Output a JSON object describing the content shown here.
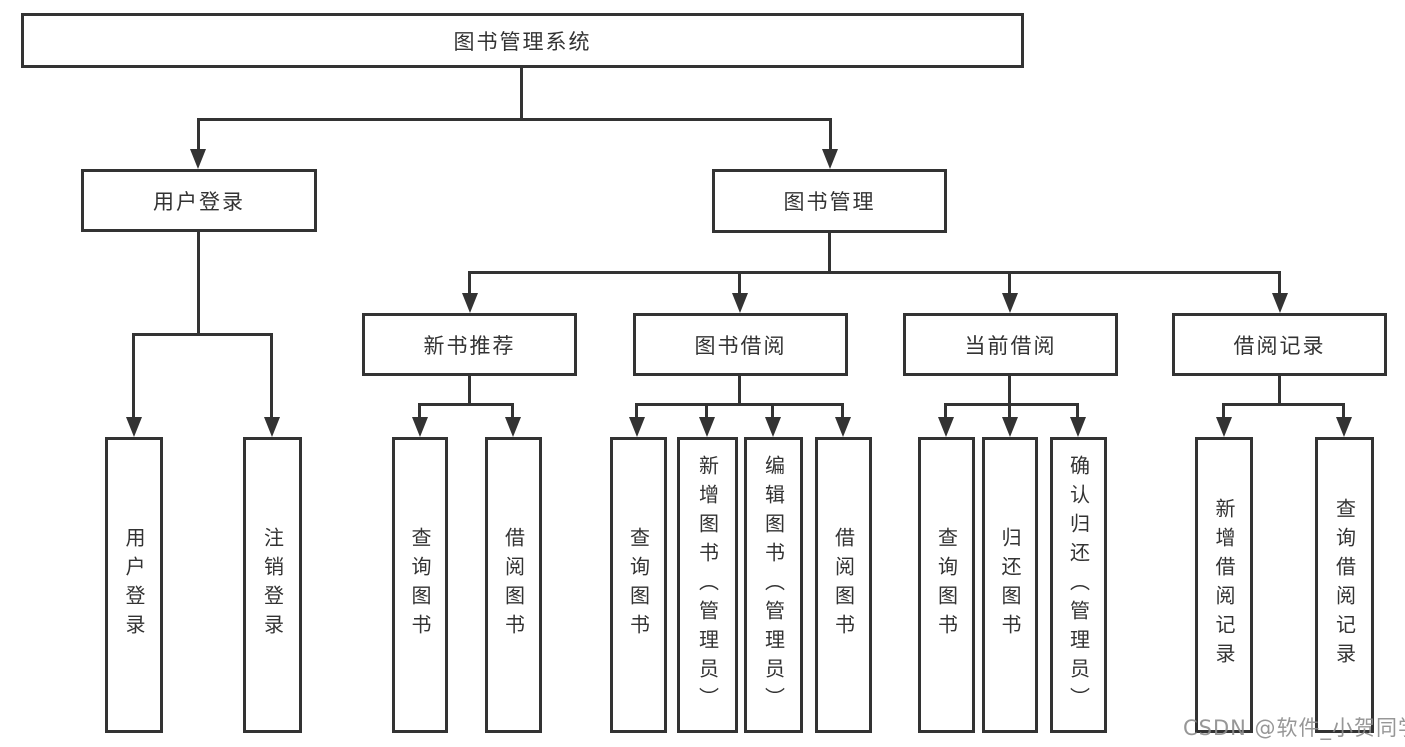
{
  "tree": {
    "label": "图书管理系统",
    "children": [
      {
        "label": "用户登录",
        "children": [
          {
            "label": "用户登录"
          },
          {
            "label": "注销登录"
          }
        ]
      },
      {
        "label": "图书管理",
        "children": [
          {
            "label": "新书推荐",
            "children": [
              {
                "label": "查询图书"
              },
              {
                "label": "借阅图书"
              }
            ]
          },
          {
            "label": "图书借阅",
            "children": [
              {
                "label": "查询图书"
              },
              {
                "label": "新增图书（管理员）"
              },
              {
                "label": "编辑图书（管理员）"
              },
              {
                "label": "借阅图书"
              }
            ]
          },
          {
            "label": "当前借阅",
            "children": [
              {
                "label": "查询图书"
              },
              {
                "label": "归还图书"
              },
              {
                "label": "确认归还（管理员）"
              }
            ]
          },
          {
            "label": "借阅记录",
            "children": [
              {
                "label": "新增借阅记录"
              },
              {
                "label": "查询借阅记录"
              }
            ]
          }
        ]
      }
    ]
  },
  "watermark": {
    "text": "CSDN @软件_小贺同学"
  },
  "colors": {
    "line": "#333333",
    "text": "#333333",
    "watermark": "#8c8c8c",
    "background": "#ffffff"
  }
}
